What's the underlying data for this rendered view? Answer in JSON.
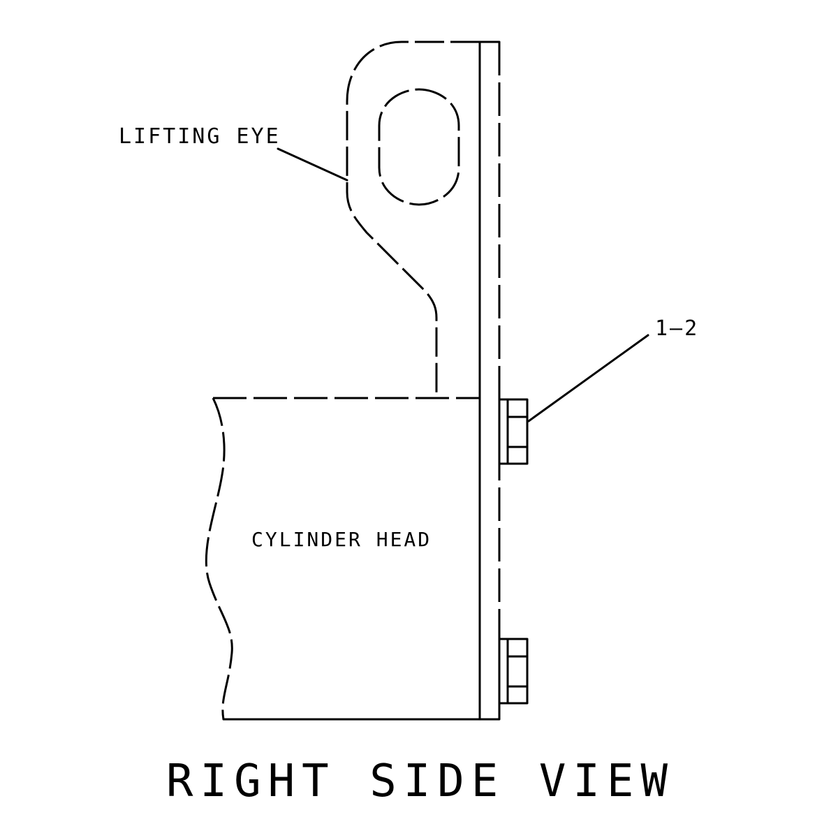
{
  "diagram": {
    "labels": {
      "lifting_eye": "LIFTING EYE",
      "part_callout": "1–2",
      "cylinder_head": "CYLINDER HEAD"
    },
    "view_title": "RIGHT SIDE VIEW"
  }
}
